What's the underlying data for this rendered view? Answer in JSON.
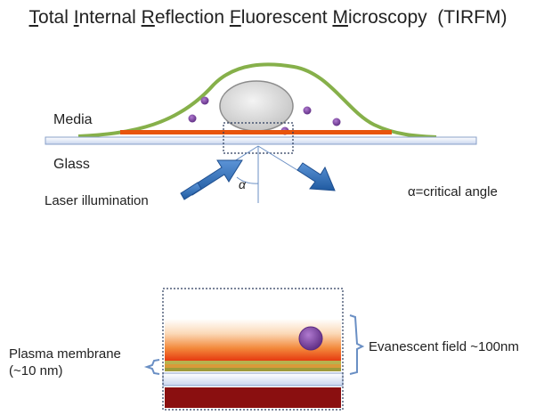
{
  "title": {
    "segments": [
      {
        "u": "T",
        "t": "otal "
      },
      {
        "u": "I",
        "t": "nternal "
      },
      {
        "u": "R",
        "t": "eflection "
      },
      {
        "u": "F",
        "t": "luorescent "
      },
      {
        "u": "M",
        "t": "icroscopy  (TIRFM)"
      }
    ]
  },
  "labels": {
    "media": "Media",
    "glass": "Glass",
    "laser": "Laser illumination",
    "alpha": "α",
    "critical": "α=critical angle",
    "plasma_line1": "Plasma membrane",
    "plasma_line2": "(~10 nm)",
    "evanescent": "Evanescent field ~100nm"
  },
  "colors": {
    "cell_outline": "#86b04a",
    "membrane": "#e8540c",
    "glass_fill": "#e8eef8",
    "glass_edge": "#8aa0c8",
    "nucleus": "#d9d9d9",
    "vesicle": "#7b3fa0",
    "laser_arrow": "#2f6eb5",
    "bracket": "#6a8fc4"
  }
}
